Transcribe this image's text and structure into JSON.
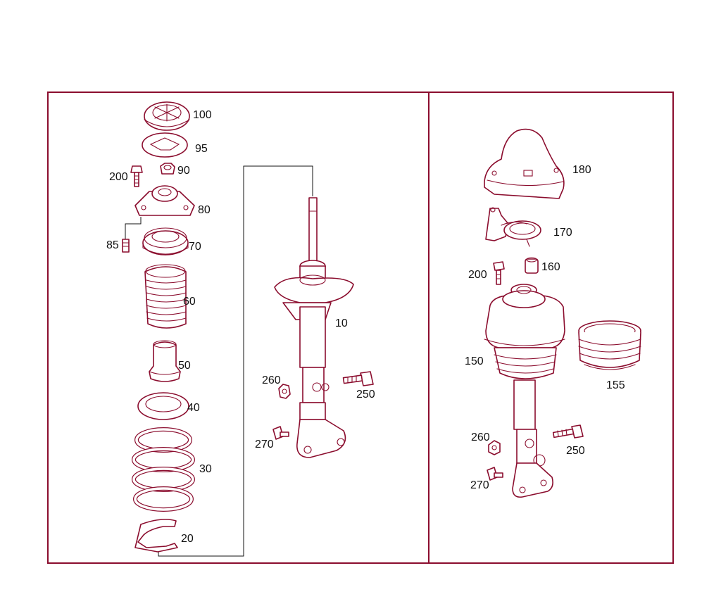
{
  "callouts": {
    "p100": "100",
    "p95": "95",
    "p200_left": "200",
    "p90": "90",
    "p80": "80",
    "p85": "85",
    "p70": "70",
    "p60": "60",
    "p50": "50",
    "p40": "40",
    "p30": "30",
    "p20": "20",
    "p10": "10",
    "p260_left": "260",
    "p250_left": "250",
    "p270_left": "270",
    "p180": "180",
    "p170": "170",
    "p200_right": "200",
    "p160": "160",
    "p150": "150",
    "p155": "155",
    "p260_right": "260",
    "p250_right": "250",
    "p270_right": "270"
  },
  "colors": {
    "line_art": "#8b0d2e",
    "label_text": "#111111",
    "background": "#ffffff"
  }
}
